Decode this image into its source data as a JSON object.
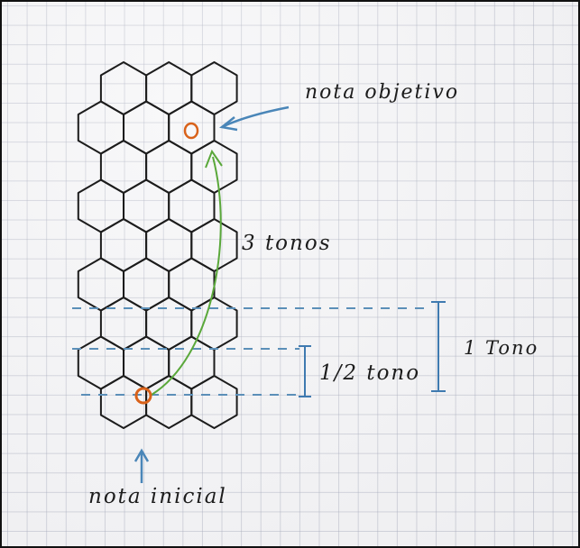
{
  "labels": {
    "target_note": "nota objetivo",
    "initial_note": "nota inicial",
    "three_tones": "3 tonos",
    "one_tone": "1 Tono",
    "half_tone": "1/2 tono"
  },
  "colors": {
    "ink": "#1c1c1c",
    "note_marker": "#d9621a",
    "blue_ink": "#4a86b8",
    "green_ink": "#5aa83a",
    "dashed_line": "#5b8fb8"
  }
}
